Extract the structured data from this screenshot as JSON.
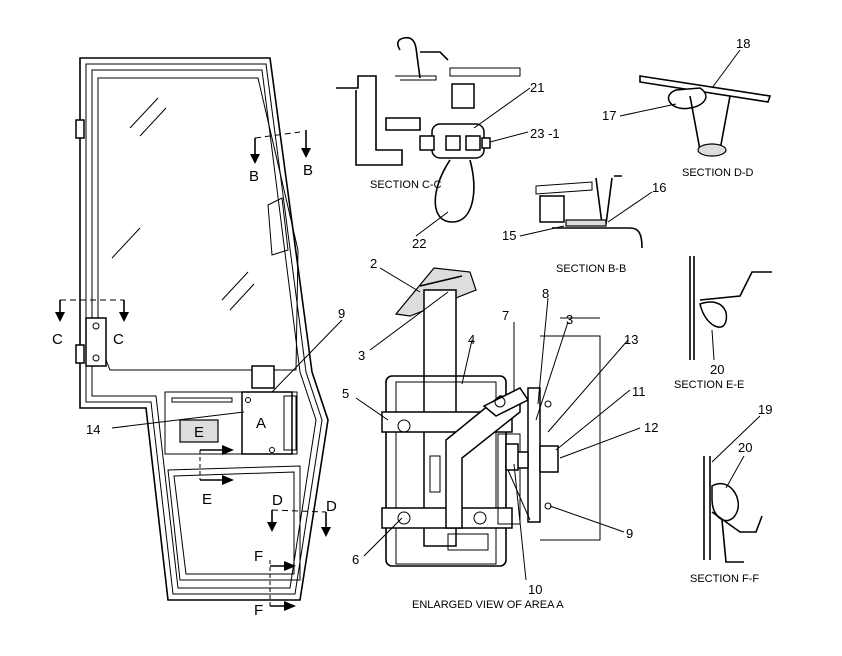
{
  "callouts": {
    "n18": "18",
    "n17": "17",
    "n21": "21",
    "n23": "23  -1",
    "n22": "22",
    "n16": "16",
    "n15": "15",
    "n2": "2",
    "n3a": "3",
    "n9a": "9",
    "n14": "14",
    "n4": "4",
    "n7": "7",
    "n8": "8",
    "n3b": "3",
    "n13": "13",
    "n5": "5",
    "n11": "11",
    "n12": "12",
    "n6": "6",
    "n9b": "9",
    "n10": "10",
    "n20a": "20",
    "n19": "19",
    "n20b": "20"
  },
  "section_markers": {
    "b_left": "B",
    "b_right": "B",
    "c_left": "C",
    "c_right": "C",
    "d_left": "D",
    "d_right": "D",
    "e_box": "E",
    "e_arrow": "E",
    "f_top": "F",
    "f_bottom": "F",
    "area_a": "A"
  },
  "captions": {
    "section_cc": "SECTION C-C",
    "section_dd": "SECTION D-D",
    "section_bb": "SECTION B-B",
    "section_ee": "SECTION E-E",
    "section_ff": "SECTION F-F",
    "enlarged_view": "ENLARGED VIEW OF AREA A"
  }
}
